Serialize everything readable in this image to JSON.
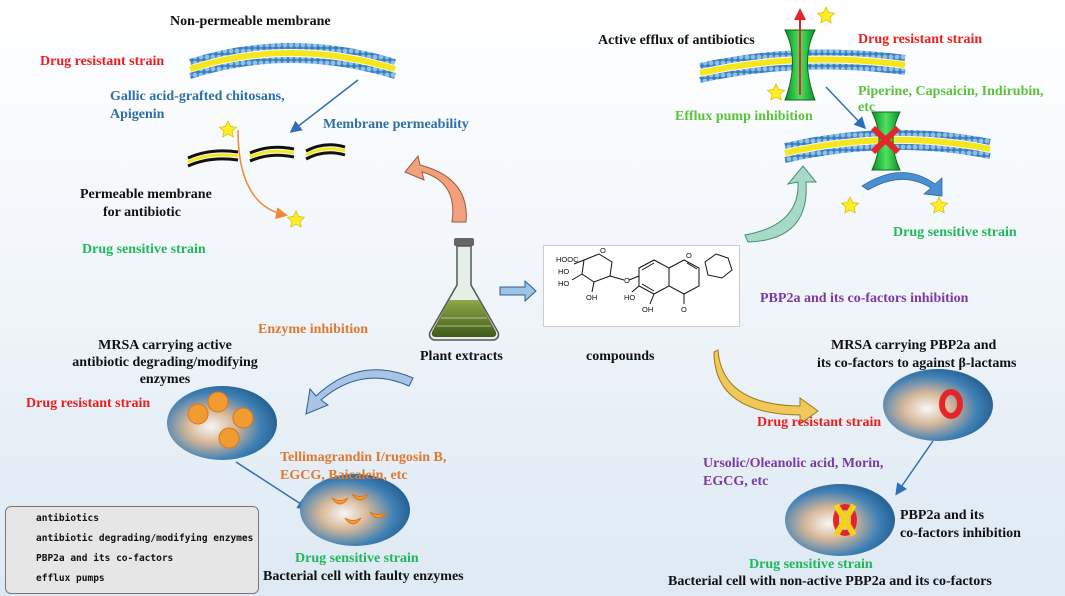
{
  "labels": {
    "non_permeable_membrane": "Non-permeable membrane",
    "drug_resistant_strain_1": "Drug resistant strain",
    "gallic_acid": "Gallic acid-grafted chitosans,",
    "apigenin": "Apigenin",
    "membrane_permeability": "Membrane permeability",
    "permeable_membrane_1": "Permeable membrane",
    "permeable_membrane_2": "for antibiotic",
    "drug_sensitive_strain_1": "Drug sensitive strain",
    "active_efflux": "Active efflux  of antibiotics",
    "drug_resistant_strain_2": "Drug resistant strain",
    "piperine_1": "Piperine, Capsaicin, Indirubin,",
    "piperine_2": "etc",
    "efflux_pump_inhibition": "Efflux pump  inhibition",
    "drug_sensitive_strain_2": "Drug sensitive strain",
    "pbp2a_inhibition": "PBP2a and its co-factors inhibition",
    "plant_extracts": "Plant extracts",
    "compounds": "compounds",
    "enzyme_inhibition": "Enzyme inhibition",
    "mrsa_enzymes_1": "MRSA carrying active",
    "mrsa_enzymes_2": "antibiotic degrading/modifying",
    "mrsa_enzymes_3": "enzymes",
    "drug_resistant_strain_3": "Drug resistant strain",
    "tellimagrandin_1": "Tellimagrandin I/rugosin B,",
    "tellimagrandin_2": "EGCG, Baicalein, etc",
    "drug_sensitive_strain_3": "Drug sensitive strain",
    "faulty_enzymes": "Bacterial cell with faulty enzymes",
    "mrsa_pbp2a_1": "MRSA carrying PBP2a and",
    "mrsa_pbp2a_2": "its co-factors to against β-lactams",
    "drug_resistant_strain_4": "Drug resistant strain",
    "ursolic_1": "Ursolic/Oleanolic acid, Morin,",
    "ursolic_2": "EGCG, etc",
    "pbp2a_its_1": "PBP2a and its",
    "pbp2a_its_2": "co-factors inhibition",
    "drug_sensitive_strain_4": "Drug sensitive strain",
    "nonactive_pbp2a": "Bacterial cell with non-active PBP2a and its co-factors"
  },
  "chem_labels": {
    "hooc": "HOOC",
    "o_ring": "O",
    "ho_1": "HO",
    "ho_2": "HO",
    "oh_sugar": "OH",
    "o_link": "O",
    "o_pyran": "O",
    "ho_3": "HO",
    "oh_ring": "OH",
    "o_keto": "O"
  },
  "legend": {
    "items": [
      {
        "label": "antibiotics",
        "icon": "star-icon"
      },
      {
        "label": "antibiotic degrading/modifying enzymes",
        "icon": "enzyme-icon"
      },
      {
        "label": "PBP2a and its co-factors",
        "icon": "pbp2a-ring-icon"
      },
      {
        "label": "efflux pumps",
        "icon": "efflux-pump-icon"
      }
    ]
  },
  "colors": {
    "red": "#ee1c1c",
    "green": "#1fb85a",
    "blue": "#2e6fa7",
    "orange": "#e0782e",
    "purple": "#7b3aa1",
    "membrane_yellow": "#f7e81e",
    "membrane_blue": "#4d8fc4"
  }
}
